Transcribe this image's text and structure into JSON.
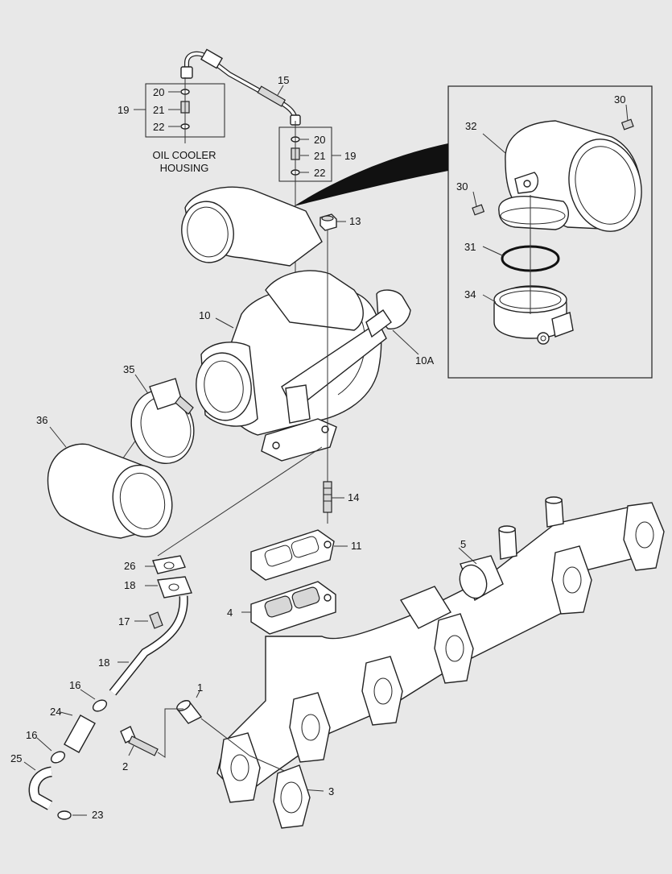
{
  "diagram": {
    "callouts": {
      "c1": "1",
      "c2": "2",
      "c3": "3",
      "c4": "4",
      "c5": "5",
      "c10": "10",
      "c10a": "10A",
      "c11": "11",
      "c13": "13",
      "c14": "14",
      "c15": "15",
      "c16a": "16",
      "c16b": "16",
      "c17": "17",
      "c18a": "18",
      "c18b": "18",
      "c19a": "19",
      "c19b": "19",
      "c20a": "20",
      "c20b": "20",
      "c21a": "21",
      "c21b": "21",
      "c22a": "22",
      "c22b": "22",
      "c23": "23",
      "c24": "24",
      "c25": "25",
      "c26": "26",
      "c30a": "30",
      "c30b": "30",
      "c31": "31",
      "c32": "32",
      "c34": "34",
      "c35": "35",
      "c36": "36"
    },
    "labels": {
      "oil_cooler_line1": "OIL COOLER",
      "oil_cooler_line2": "HOUSING"
    }
  }
}
